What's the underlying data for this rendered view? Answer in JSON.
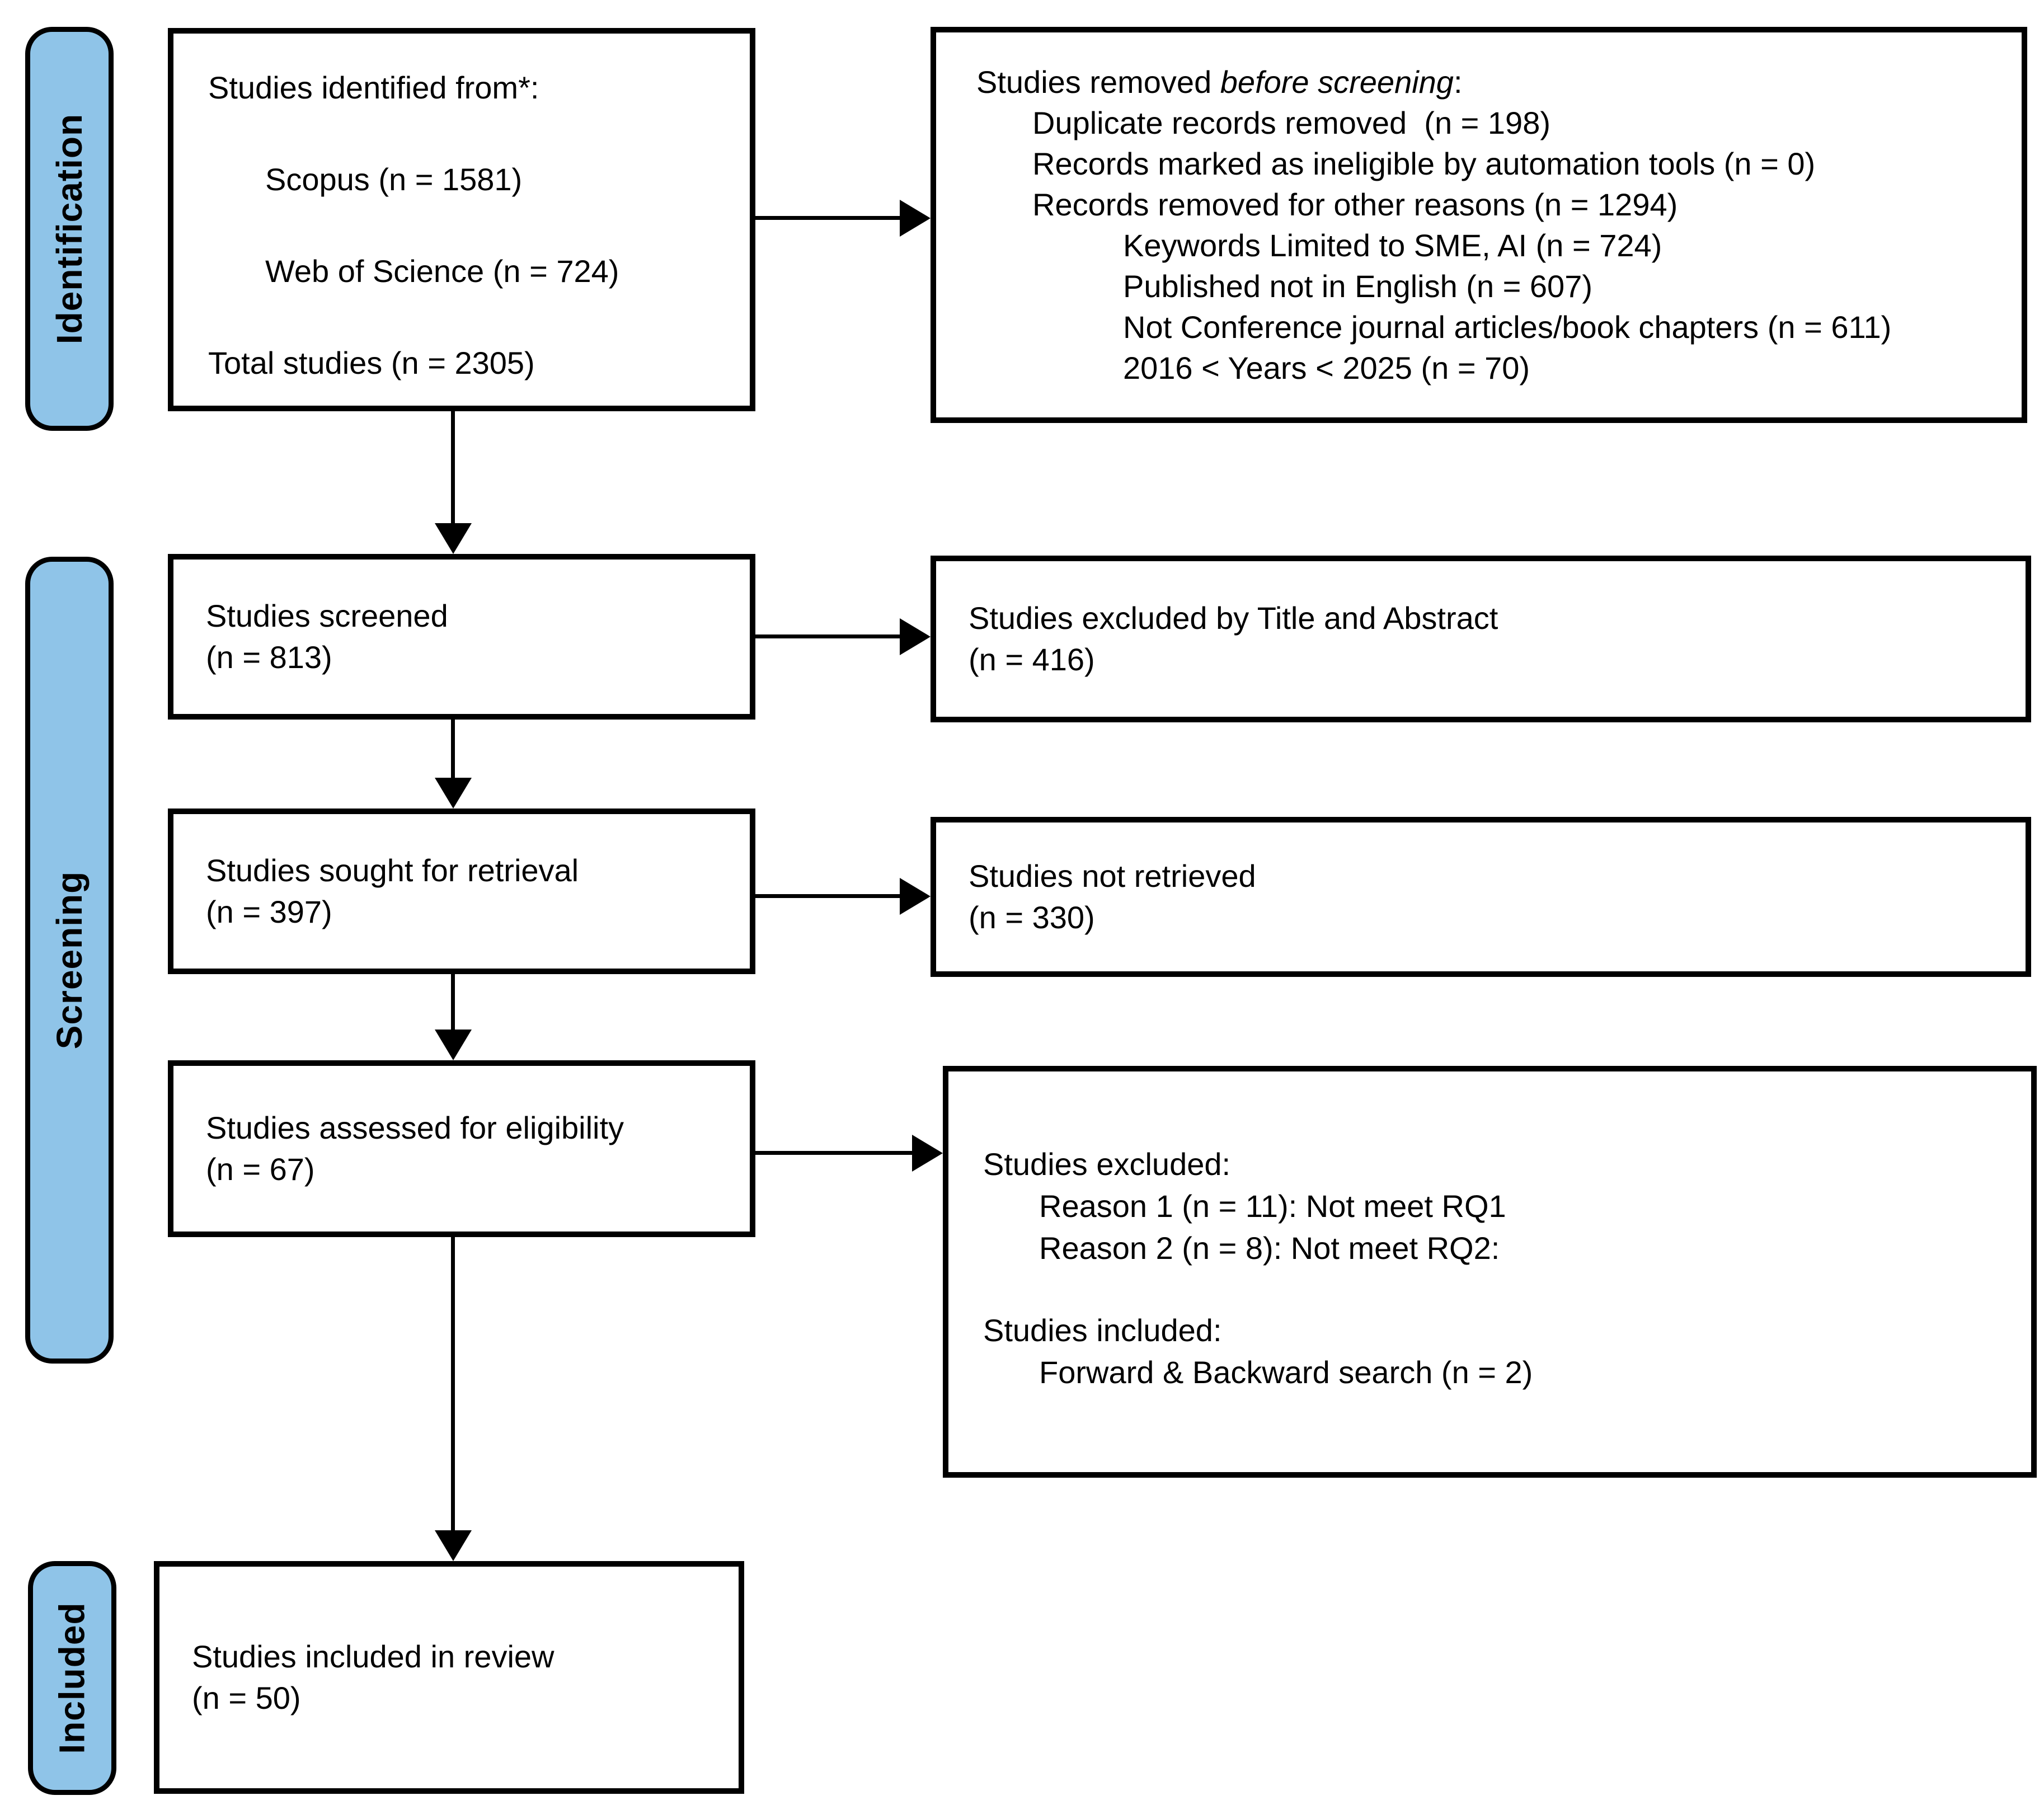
{
  "figure": {
    "type": "prisma-flow-diagram",
    "background": "#ffffff",
    "stage_fill": "#8FC4E8",
    "border_color": "#000000"
  },
  "stages": [
    {
      "label": "Identification"
    },
    {
      "label": "Screening"
    },
    {
      "label": "Included"
    }
  ],
  "boxes": {
    "identified": {
      "title": "Studies identified from*:",
      "lines": [
        "Scopus (n = 1581)",
        "Web of Science (n = 724)",
        "Total studies (n = 2305)"
      ]
    },
    "removed": {
      "title_pre": "Studies removed ",
      "title_em": "before screening",
      "title_post": ":",
      "lines": [
        "Duplicate records removed  (n = 198)",
        "Records marked as ineligible by automation tools (n = 0)",
        "Records removed for other reasons (n = 1294)",
        "Keywords Limited to SME, AI (n = 724)",
        "Published not in English (n = 607)",
        "Not Conference journal articles/book chapters (n = 611)",
        "2016 < Years < 2025 (n = 70)"
      ]
    },
    "screened": {
      "line1": "Studies screened",
      "line2": "(n = 813)"
    },
    "excluded_title_abstract": {
      "line1": "Studies excluded by Title and Abstract",
      "line2": "(n = 416)"
    },
    "sought": {
      "line1": "Studies sought for retrieval",
      "line2": "(n = 397)"
    },
    "not_retrieved": {
      "line1": "Studies not retrieved",
      "line2": "(n = 330)"
    },
    "assessed": {
      "line1": "Studies assessed for eligibility",
      "line2": "(n = 67)"
    },
    "excluded_reasons": {
      "group1_title": "Studies excluded:",
      "group1_lines": [
        "Reason 1 (n = 11): Not meet RQ1",
        "Reason 2 (n = 8): Not meet RQ2:"
      ],
      "group2_title": "Studies included:",
      "group2_lines": [
        "Forward & Backward search (n = 2)"
      ]
    },
    "included_review": {
      "line1": "Studies included in review",
      "line2": "(n = 50)"
    }
  }
}
